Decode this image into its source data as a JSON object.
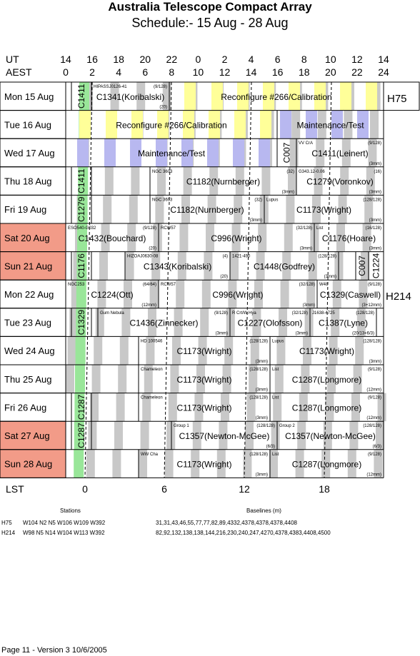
{
  "title": "Australia Telescope Compact Array",
  "subtitle": "Schedule:- 15 Aug - 28 Aug",
  "axis": {
    "ut_label": "UT",
    "aest_label": "AEST",
    "lst_label": "LST",
    "ut_ticks": [
      "14",
      "16",
      "18",
      "20",
      "22",
      "0",
      "2",
      "4",
      "6",
      "8",
      "10",
      "12",
      "14"
    ],
    "aest_ticks": [
      "0",
      "2",
      "4",
      "6",
      "8",
      "10",
      "12",
      "14",
      "16",
      "18",
      "20",
      "22",
      "24"
    ],
    "lst_ticks": [
      "0",
      "6",
      "12",
      "18"
    ]
  },
  "colors": {
    "weekend": "#f29b88",
    "config": "#ffff99",
    "maint": "#b8b8f0",
    "green": "#99e699",
    "grey": "#c8c8c8"
  },
  "rows": [
    {
      "day": "Mon",
      "date": "15 Aug",
      "weekend": false,
      "blocks": [
        {
          "label": "C1411",
          "small": "",
          "vertical": true,
          "right": "",
          "bottom": ""
        },
        {
          "label": "C1341(Koribalski)",
          "small": "HIPASSJ0126-41",
          "right": "(9/128)",
          "bottom": "(20)"
        },
        {
          "label": "Reconfigure #266/Calibration",
          "small": "",
          "right": "",
          "bottom": ""
        }
      ]
    },
    {
      "day": "Tue",
      "date": "16 Aug",
      "weekend": false,
      "blocks": [
        {
          "label": "Reconfigure #266/Calibration",
          "small": "",
          "right": "",
          "bottom": ""
        },
        {
          "label": "Maintenance/Test",
          "small": "",
          "right": "",
          "bottom": ""
        }
      ]
    },
    {
      "day": "Wed",
      "date": "17 Aug",
      "weekend": false,
      "blocks": [
        {
          "label": "Maintenance/Test",
          "small": "",
          "right": "",
          "bottom": ""
        },
        {
          "label": "C007",
          "small": "",
          "vertical": true,
          "right": "",
          "bottom": ""
        },
        {
          "label": "C1411(Leinert)",
          "small": "VV CrA",
          "right": "(9/128)",
          "bottom": "(3mm)"
        }
      ]
    },
    {
      "day": "Thu",
      "date": "18 Aug",
      "weekend": false,
      "blocks": [
        {
          "label": "C1411",
          "small": "",
          "vertical": true,
          "right": "",
          "bottom": ""
        },
        {
          "label": "C1182(Nurnberger)",
          "small": "NGC 3603",
          "right": "(32)",
          "bottom": "(3mm)"
        },
        {
          "label": "C1279(Voronkov)",
          "small": "G343.12-0.06",
          "right": "(16)",
          "bottom": "(3mm)"
        }
      ]
    },
    {
      "day": "Fri",
      "date": "19 Aug",
      "weekend": false,
      "blocks": [
        {
          "label": "C1279",
          "small": "",
          "vertical": true,
          "right": "",
          "bottom": ""
        },
        {
          "label": "C1182(Nurnberger)",
          "small": "NGC 3603",
          "right": "(32)",
          "bottom": "(3mm)"
        },
        {
          "label": "C1173(Wright)",
          "small": "Lupus",
          "right": "(128/128)",
          "bottom": "(3mm)"
        }
      ]
    },
    {
      "day": "Sat",
      "date": "20 Aug",
      "weekend": true,
      "blocks": [
        {
          "label": "C1432(Bouchard)",
          "small": "ESO540-G032",
          "right": "(9/128)",
          "bottom": "(20)"
        },
        {
          "label": "C996(Wright)",
          "small": "RCW57",
          "right": "(32/128)",
          "bottom": "(3mm)"
        },
        {
          "label": "C1176(Hoare)",
          "small": "List",
          "right": "(16/128)",
          "bottom": "(3mm)"
        }
      ]
    },
    {
      "day": "Sun",
      "date": "21 Aug",
      "weekend": true,
      "blocks": [
        {
          "label": "C1176",
          "small": "",
          "vertical": true,
          "right": "",
          "bottom": ""
        },
        {
          "label": "C1343(Koribalski)",
          "small": "HIZOAJ0630-08",
          "right": "(4)",
          "bottom": "(20)"
        },
        {
          "label": "C1448(Godfrey)",
          "small": "1421-490",
          "right": "(128/128)",
          "bottom": "(3mm)"
        },
        {
          "label": "C007",
          "small": "",
          "vertical": true,
          "right": "",
          "bottom": ""
        },
        {
          "label": "C1224",
          "small": "",
          "vertical": true,
          "right": "",
          "bottom": ""
        }
      ]
    },
    {
      "day": "Mon",
      "date": "22 Aug",
      "weekend": false,
      "config": "H214",
      "blocks": [
        {
          "label": "C1224(Ott)",
          "small": "NGC253",
          "right": "(64/64)",
          "bottom": "(12mm)"
        },
        {
          "label": "C996(Wright)",
          "small": "RCW57",
          "right": "(32/128)",
          "bottom": "(3mm)"
        },
        {
          "label": "C1329(Caswell)",
          "small": "W48",
          "right": "(9/128)",
          "bottom": "(3+12mm)"
        }
      ]
    },
    {
      "day": "Tue",
      "date": "23 Aug",
      "weekend": false,
      "blocks": [
        {
          "label": "C1329",
          "small": "",
          "vertical": true,
          "right": "",
          "bottom": ""
        },
        {
          "label": "C1436(Zinnecker)",
          "small": "Gum Nebula",
          "right": "(9/128)",
          "bottom": "(3mm)"
        },
        {
          "label": "C1227(Olofsson)",
          "small": "R Crt/W Hya",
          "right": "(32/128)",
          "bottom": "(3mm)"
        },
        {
          "label": "C1387(Lyne)",
          "small": "J1638-4725",
          "right": "(128/128)",
          "bottom": "(20/13+6/3)"
        }
      ]
    },
    {
      "day": "Wed",
      "date": "24 Aug",
      "weekend": false,
      "blocks": [
        {
          "label": "C1173(Wright)",
          "small": "HD 100546",
          "right": "(128/128)",
          "bottom": "(3mm)"
        },
        {
          "label": "C1173(Wright)",
          "small": "Lupus",
          "right": "(128/128)",
          "bottom": "(3mm)"
        }
      ]
    },
    {
      "day": "Thu",
      "date": "25 Aug",
      "weekend": false,
      "blocks": [
        {
          "label": "C1173(Wright)",
          "small": "Chameleon",
          "right": "(128/128)",
          "bottom": "(3mm)"
        },
        {
          "label": "C1287(Longmore)",
          "small": "List",
          "right": "(9/128)",
          "bottom": "(12mm)"
        }
      ]
    },
    {
      "day": "Fri",
      "date": "26 Aug",
      "weekend": false,
      "blocks": [
        {
          "label": "C1287",
          "small": "",
          "vertical": true,
          "right": "",
          "bottom": ""
        },
        {
          "label": "C1173(Wright)",
          "small": "Chameleon",
          "right": "(128/128)",
          "bottom": "(3mm)"
        },
        {
          "label": "C1287(Longmore)",
          "small": "List",
          "right": "(9/128)",
          "bottom": "(12mm)"
        }
      ]
    },
    {
      "day": "Sat",
      "date": "27 Aug",
      "weekend": true,
      "blocks": [
        {
          "label": "C1287",
          "small": "",
          "vertical": true,
          "right": "",
          "bottom": ""
        },
        {
          "label": "C1357(Newton-McGee)",
          "small": "Group 1",
          "right": "(128/128)",
          "bottom": "(6/3)"
        },
        {
          "label": "C1357(Newton-McGee)",
          "small": "Group 2",
          "right": "(128/128)",
          "bottom": "(6/3)"
        }
      ]
    },
    {
      "day": "Sun",
      "date": "28 Aug",
      "weekend": true,
      "blocks": [
        {
          "label": "C1173(Wright)",
          "small": "WW Cha",
          "right": "(128/128)",
          "bottom": "(3mm)"
        },
        {
          "label": "C1287(Longmore)",
          "small": "List",
          "right": "(9/128)",
          "bottom": "(12mm)"
        }
      ]
    }
  ],
  "configs": [
    "H75",
    "H214"
  ],
  "stations": {
    "header": "Stations",
    "rows": [
      {
        "config": "H75",
        "stations": "W104 N2 N5 W106 W109 W392"
      },
      {
        "config": "H214",
        "stations": "W98 N5 N14 W104 W113 W392"
      }
    ]
  },
  "baselines": {
    "header": "Baselines (m)",
    "rows": [
      "31,31,43,46,55,77,77,82,89,4332,4378,4378,4378,4408",
      "82,92,132,138,138,144,216,230,240,247,4270,4378,4383,4408,4500"
    ]
  },
  "footer": "Page 11 - Version 3   10/6/2005"
}
